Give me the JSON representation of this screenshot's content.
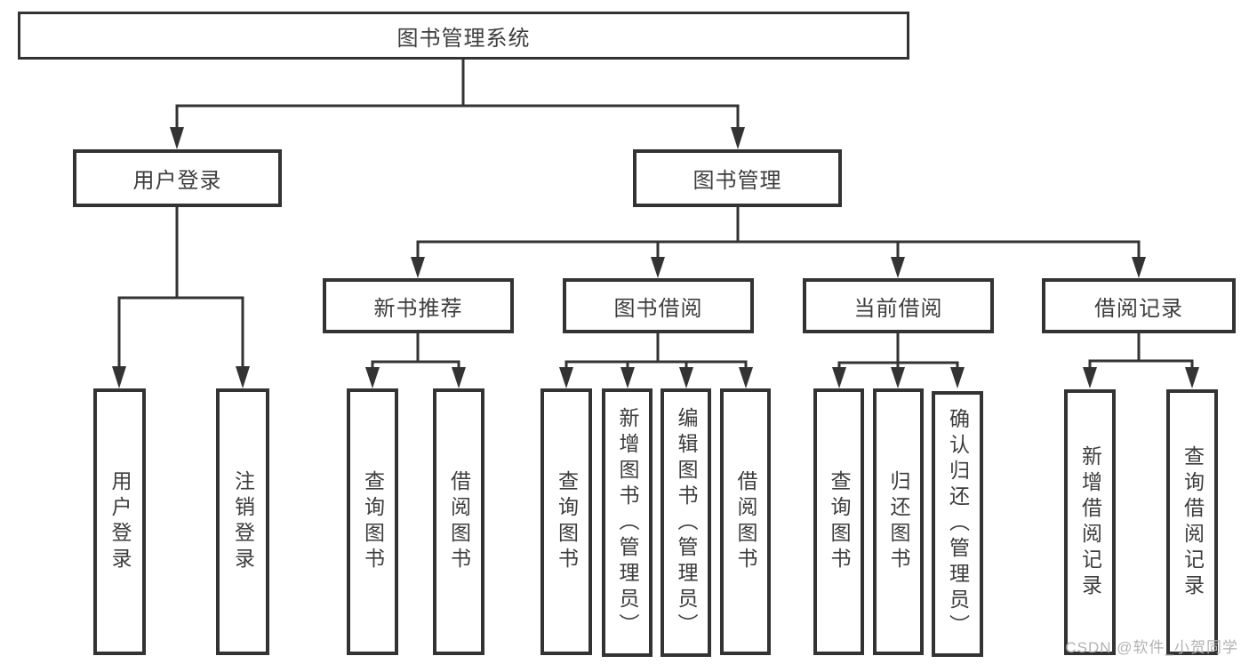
{
  "tree": {
    "label": "图书管理系统",
    "children": [
      {
        "label": "用户登录",
        "children": [
          {
            "label": "用户登录"
          },
          {
            "label": "注销登录"
          }
        ]
      },
      {
        "label": "图书管理",
        "children": [
          {
            "label": "新书推荐",
            "children": [
              {
                "label": "查询图书"
              },
              {
                "label": "借阅图书"
              }
            ]
          },
          {
            "label": "图书借阅",
            "children": [
              {
                "label": "查询图书"
              },
              {
                "label": "新增图书（管理员）"
              },
              {
                "label": "编辑图书（管理员）"
              },
              {
                "label": "借阅图书"
              }
            ]
          },
          {
            "label": "当前借阅",
            "children": [
              {
                "label": "查询图书"
              },
              {
                "label": "归还图书"
              },
              {
                "label": "确认归还（管理员）"
              }
            ]
          },
          {
            "label": "借阅记录",
            "children": [
              {
                "label": "新增借阅记录"
              },
              {
                "label": "查询借阅记录"
              }
            ]
          }
        ]
      }
    ]
  },
  "watermark": "CSDN @软件_小贺同学",
  "colors": {
    "line": "#333333",
    "box_border": "#333333",
    "text": "#3d3d3d",
    "watermark": "#b2b2b2",
    "background": "#ffffff"
  }
}
